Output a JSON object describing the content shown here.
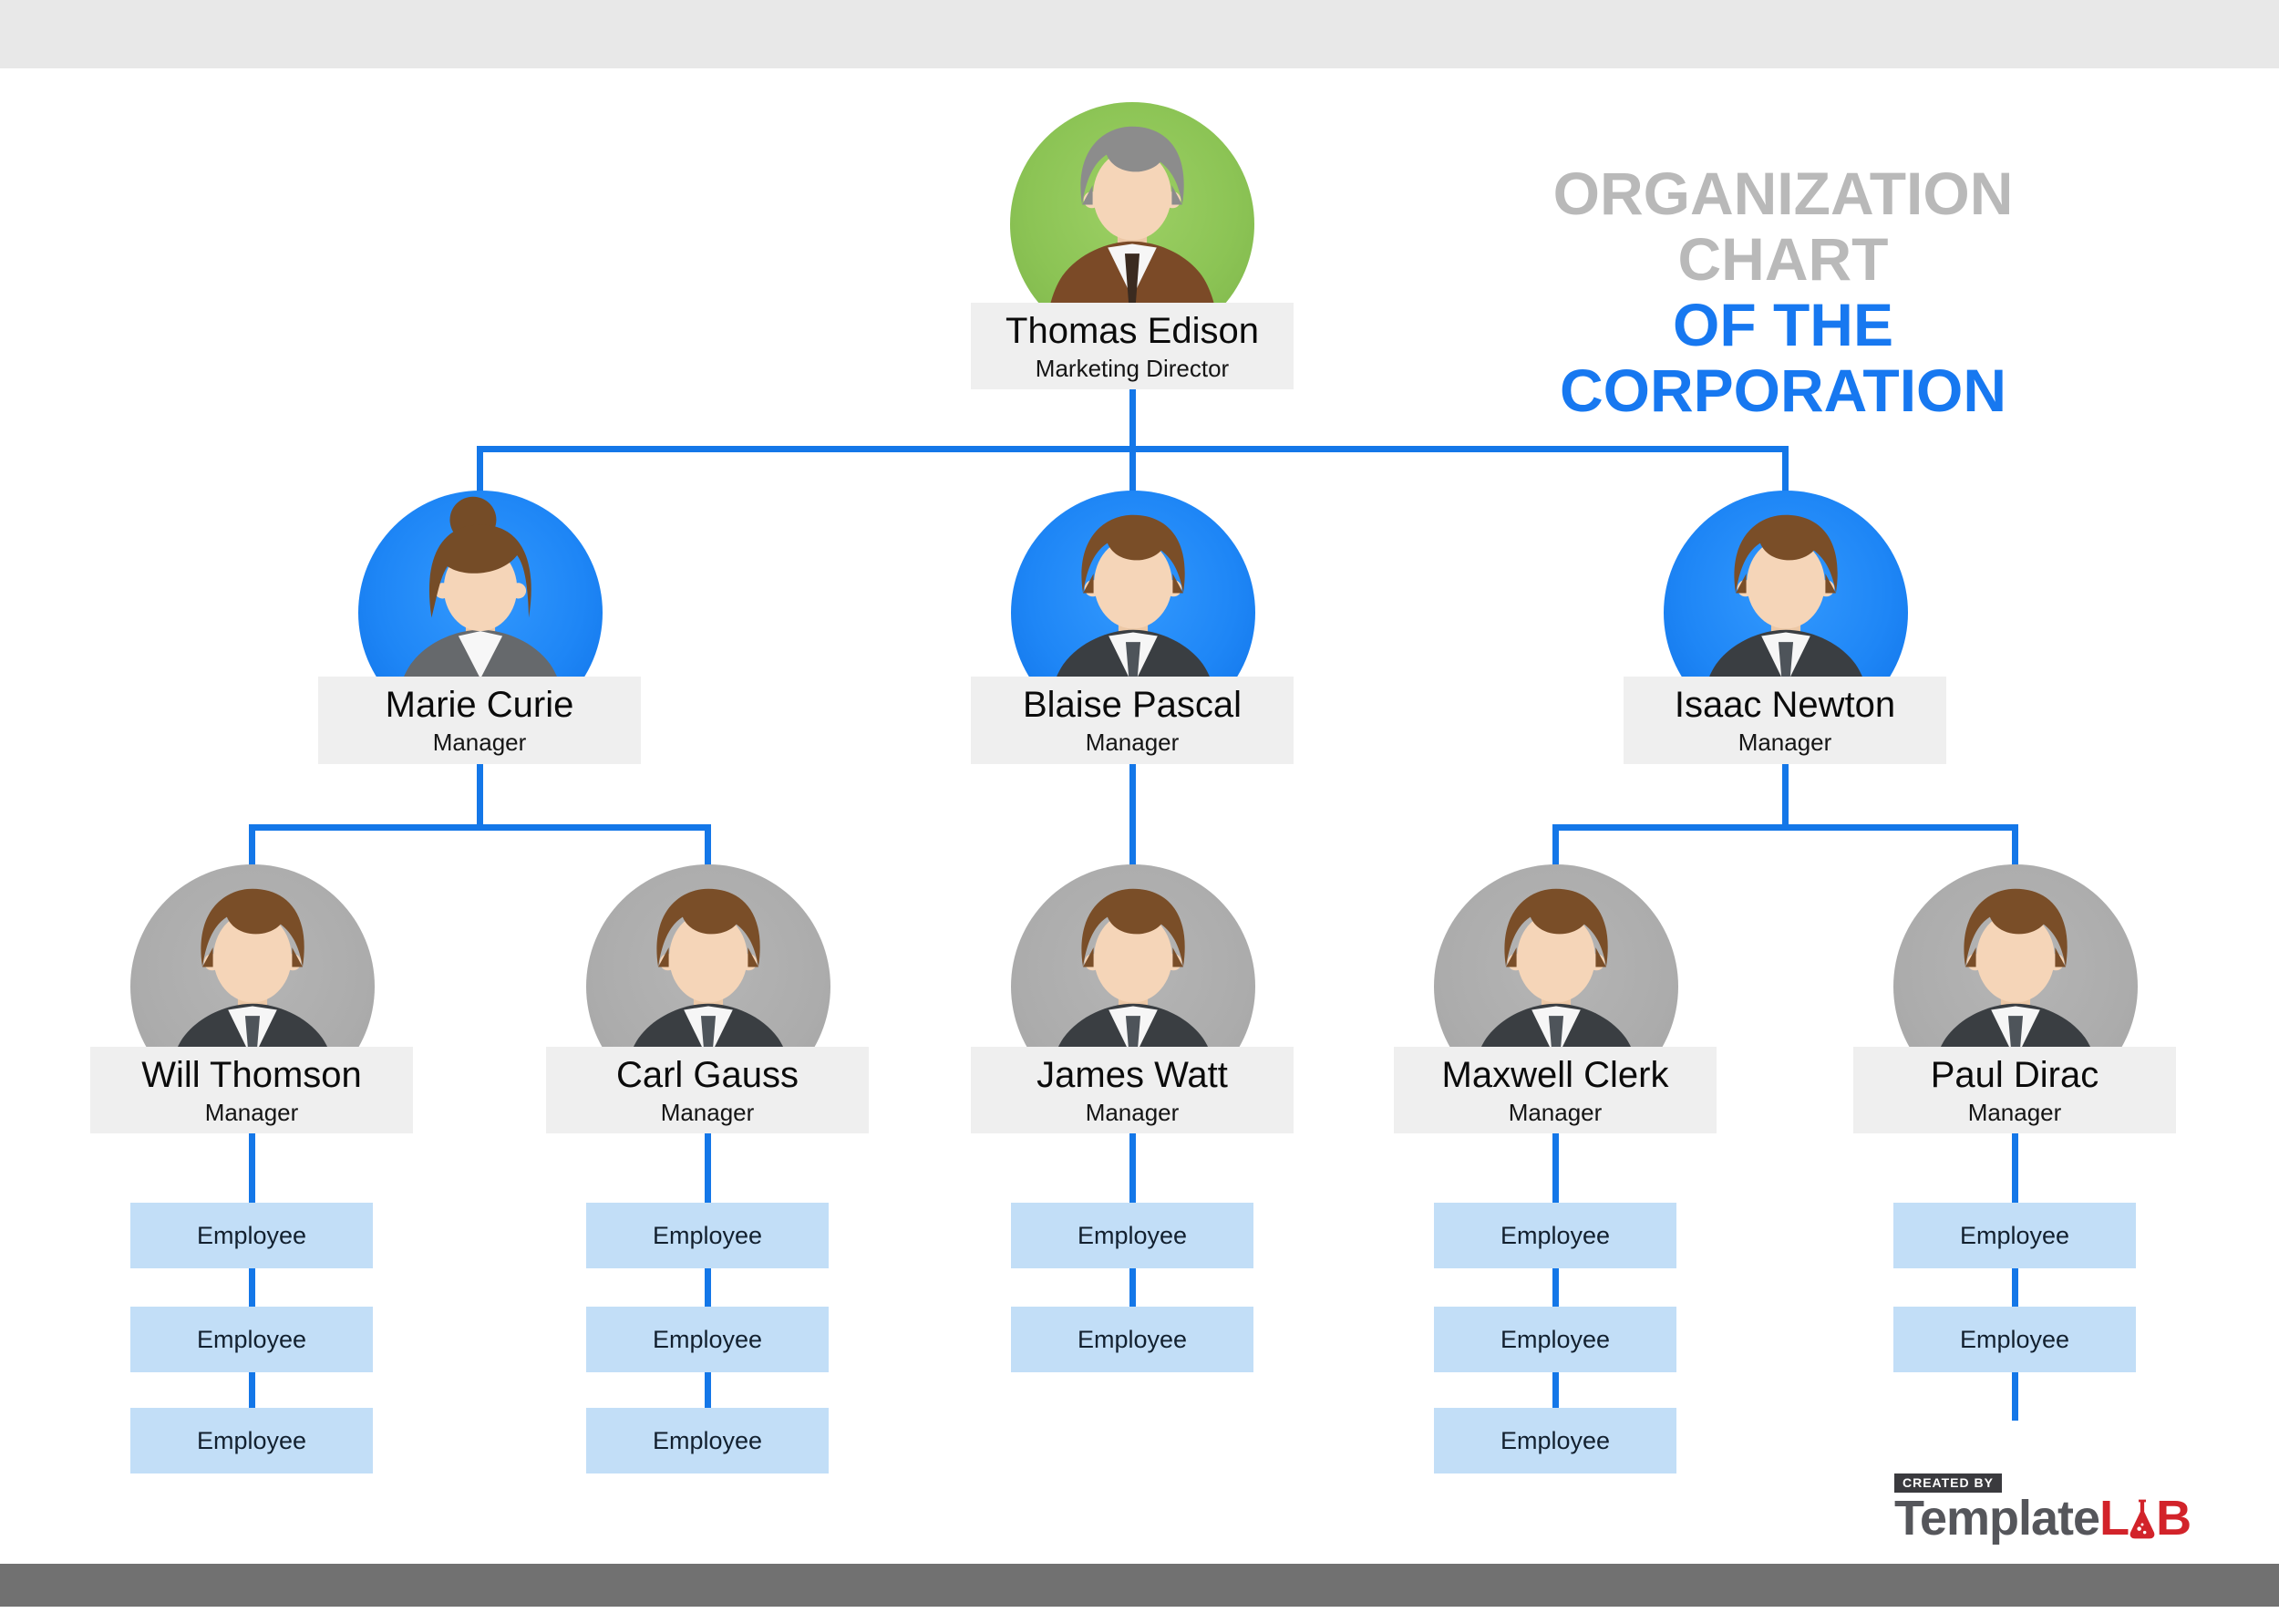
{
  "title": {
    "line1": "ORGANIZATION CHART",
    "line2": "OF THE CORPORATION"
  },
  "colors": {
    "accent_blue": "#1778F0",
    "title_gray": "#B9B9B9",
    "connector_blue": "#1477E8",
    "plate_background": "#EFEFEF",
    "employee_box_background": "#C2DEF7",
    "top_bar": "#E8E8E8",
    "bottom_bar": "#717171",
    "avatar_green": "#8CC455",
    "avatar_blue": "#1E86F6",
    "avatar_gray": "#ACACAC",
    "brand_gray": "#55565B",
    "brand_red": "#D2232A"
  },
  "org": {
    "root": {
      "name": "Thomas Edison",
      "role": "Marketing Director",
      "avatar_person": "male",
      "avatar_color": "green"
    },
    "managers": [
      {
        "name": "Marie Curie",
        "role": "Manager",
        "reports_to": "Thomas Edison",
        "avatar_person": "female",
        "avatar_color": "blue"
      },
      {
        "name": "Blaise Pascal",
        "role": "Manager",
        "reports_to": "Thomas Edison",
        "avatar_person": "male",
        "avatar_color": "blue"
      },
      {
        "name": "Isaac Newton",
        "role": "Manager",
        "reports_to": "Thomas Edison",
        "avatar_person": "male",
        "avatar_color": "blue"
      }
    ],
    "branches": [
      {
        "manager": {
          "name": "Will Thomson",
          "role": "Manager",
          "avatar_person": "male",
          "avatar_color": "gray"
        },
        "reports_to": "Marie Curie",
        "employees": [
          "Employee",
          "Employee",
          "Employee"
        ]
      },
      {
        "manager": {
          "name": "Carl Gauss",
          "role": "Manager",
          "avatar_person": "male",
          "avatar_color": "gray"
        },
        "reports_to": "Marie Curie",
        "employees": [
          "Employee",
          "Employee",
          "Employee"
        ]
      },
      {
        "manager": {
          "name": "James Watt",
          "role": "Manager",
          "avatar_person": "male",
          "avatar_color": "gray"
        },
        "reports_to": "Blaise Pascal",
        "employees": [
          "Employee",
          "Employee"
        ]
      },
      {
        "manager": {
          "name": "Maxwell Clerk",
          "role": "Manager",
          "avatar_person": "male",
          "avatar_color": "gray"
        },
        "reports_to": "Isaac Newton",
        "employees": [
          "Employee",
          "Employee",
          "Employee"
        ]
      },
      {
        "manager": {
          "name": "Paul Dirac",
          "role": "Manager",
          "avatar_person": "male",
          "avatar_color": "gray"
        },
        "reports_to": "Isaac Newton",
        "employees": [
          "Employee",
          "Employee"
        ]
      }
    ]
  },
  "credit": {
    "created_by": "CREATED BY",
    "brand_gray": "Template",
    "brand_l": "L",
    "brand_b": "B"
  }
}
